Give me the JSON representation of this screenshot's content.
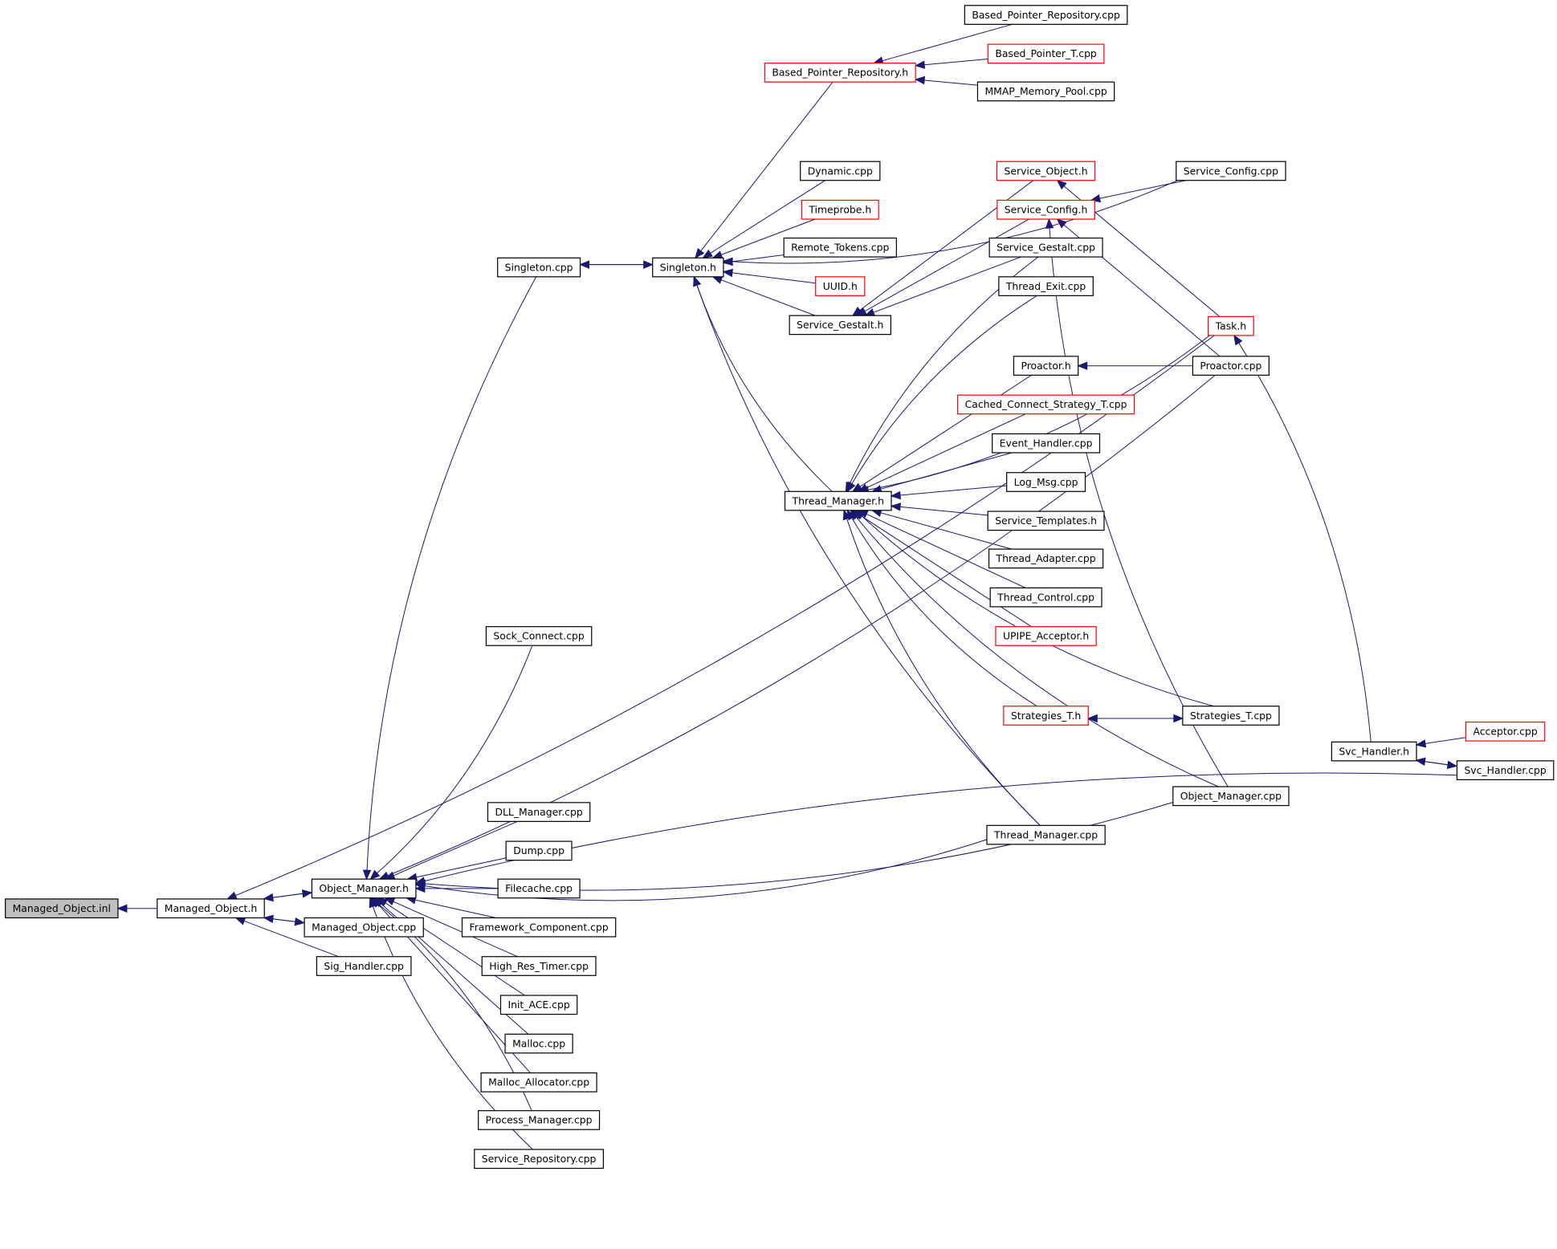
{
  "diagram": {
    "colors": {
      "edge": "#191970",
      "normal_border": "#000000",
      "truncated_border": "#ff0000",
      "root_fill": "#bfbfbf",
      "background": "#ffffff"
    },
    "nodes": [
      {
        "id": "managed_object_inl",
        "label": "Managed_Object.inl",
        "style": "root"
      },
      {
        "id": "managed_object_h",
        "label": "Managed_Object.h",
        "style": "normal"
      },
      {
        "id": "object_manager_h",
        "label": "Object_Manager.h",
        "style": "normal"
      },
      {
        "id": "managed_object_cpp",
        "label": "Managed_Object.cpp",
        "style": "normal"
      },
      {
        "id": "sig_handler_cpp",
        "label": "Sig_Handler.cpp",
        "style": "normal"
      },
      {
        "id": "singleton_cpp",
        "label": "Singleton.cpp",
        "style": "normal"
      },
      {
        "id": "singleton_h",
        "label": "Singleton.h",
        "style": "normal"
      },
      {
        "id": "based_pointer_repository_h",
        "label": "Based_Pointer_Repository.h",
        "style": "red"
      },
      {
        "id": "based_pointer_repository_cpp",
        "label": "Based_Pointer_Repository.cpp",
        "style": "normal"
      },
      {
        "id": "based_pointer_t_cpp",
        "label": "Based_Pointer_T.cpp",
        "style": "red"
      },
      {
        "id": "mmap_memory_pool_cpp",
        "label": "MMAP_Memory_Pool.cpp",
        "style": "normal"
      },
      {
        "id": "dynamic_cpp",
        "label": "Dynamic.cpp",
        "style": "normal"
      },
      {
        "id": "timeprobe_h",
        "label": "Timeprobe.h",
        "style": "red"
      },
      {
        "id": "remote_tokens_cpp",
        "label": "Remote_Tokens.cpp",
        "style": "normal"
      },
      {
        "id": "uuid_h",
        "label": "UUID.h",
        "style": "red"
      },
      {
        "id": "service_gestalt_h",
        "label": "Service_Gestalt.h",
        "style": "normal"
      },
      {
        "id": "service_config_cpp",
        "label": "Service_Config.cpp",
        "style": "normal"
      },
      {
        "id": "service_object_h",
        "label": "Service_Object.h",
        "style": "red"
      },
      {
        "id": "service_config_h",
        "label": "Service_Config.h",
        "style": "red"
      },
      {
        "id": "service_gestalt_cpp",
        "label": "Service_Gestalt.cpp",
        "style": "normal"
      },
      {
        "id": "thread_exit_cpp",
        "label": "Thread_Exit.cpp",
        "style": "normal"
      },
      {
        "id": "task_h",
        "label": "Task.h",
        "style": "red"
      },
      {
        "id": "proactor_h",
        "label": "Proactor.h",
        "style": "normal"
      },
      {
        "id": "proactor_cpp",
        "label": "Proactor.cpp",
        "style": "normal"
      },
      {
        "id": "cached_connect_strategy_t_cpp",
        "label": "Cached_Connect_Strategy_T.cpp",
        "style": "red"
      },
      {
        "id": "event_handler_cpp",
        "label": "Event_Handler.cpp",
        "style": "normal"
      },
      {
        "id": "log_msg_cpp",
        "label": "Log_Msg.cpp",
        "style": "normal"
      },
      {
        "id": "thread_manager_h",
        "label": "Thread_Manager.h",
        "style": "normal"
      },
      {
        "id": "service_templates_h",
        "label": "Service_Templates.h",
        "style": "normal"
      },
      {
        "id": "thread_adapter_cpp",
        "label": "Thread_Adapter.cpp",
        "style": "normal"
      },
      {
        "id": "thread_control_cpp",
        "label": "Thread_Control.cpp",
        "style": "normal"
      },
      {
        "id": "upipe_acceptor_h",
        "label": "UPIPE_Acceptor.h",
        "style": "red"
      },
      {
        "id": "strategies_t_h",
        "label": "Strategies_T.h",
        "style": "red"
      },
      {
        "id": "strategies_t_cpp",
        "label": "Strategies_T.cpp",
        "style": "normal"
      },
      {
        "id": "object_manager_cpp",
        "label": "Object_Manager.cpp",
        "style": "normal"
      },
      {
        "id": "thread_manager_cpp",
        "label": "Thread_Manager.cpp",
        "style": "normal"
      },
      {
        "id": "svc_handler_h",
        "label": "Svc_Handler.h",
        "style": "normal"
      },
      {
        "id": "acceptor_cpp",
        "label": "Acceptor.cpp",
        "style": "red"
      },
      {
        "id": "svc_handler_cpp",
        "label": "Svc_Handler.cpp",
        "style": "normal"
      },
      {
        "id": "sock_connect_cpp",
        "label": "Sock_Connect.cpp",
        "style": "normal"
      },
      {
        "id": "dll_manager_cpp",
        "label": "DLL_Manager.cpp",
        "style": "normal"
      },
      {
        "id": "dump_cpp",
        "label": "Dump.cpp",
        "style": "normal"
      },
      {
        "id": "filecache_cpp",
        "label": "Filecache.cpp",
        "style": "normal"
      },
      {
        "id": "framework_component_cpp",
        "label": "Framework_Component.cpp",
        "style": "normal"
      },
      {
        "id": "high_res_timer_cpp",
        "label": "High_Res_Timer.cpp",
        "style": "normal"
      },
      {
        "id": "init_ace_cpp",
        "label": "Init_ACE.cpp",
        "style": "normal"
      },
      {
        "id": "malloc_cpp",
        "label": "Malloc.cpp",
        "style": "normal"
      },
      {
        "id": "malloc_allocator_cpp",
        "label": "Malloc_Allocator.cpp",
        "style": "normal"
      },
      {
        "id": "process_manager_cpp",
        "label": "Process_Manager.cpp",
        "style": "normal"
      },
      {
        "id": "service_repository_cpp",
        "label": "Service_Repository.cpp",
        "style": "normal"
      }
    ],
    "edges": [
      {
        "from": "managed_object_h",
        "to": "managed_object_inl"
      },
      {
        "from": "object_manager_h",
        "to": "managed_object_h"
      },
      {
        "from": "managed_object_cpp",
        "to": "managed_object_h"
      },
      {
        "from": "sig_handler_cpp",
        "to": "managed_object_h"
      },
      {
        "from": "managed_object_h",
        "to": "object_manager_h"
      },
      {
        "from": "managed_object_h",
        "to": "managed_object_cpp"
      },
      {
        "from": "task_h",
        "to": "managed_object_h"
      },
      {
        "from": "singleton_cpp",
        "to": "object_manager_h"
      },
      {
        "from": "singleton_cpp",
        "to": "singleton_h"
      },
      {
        "from": "singleton_h",
        "to": "singleton_cpp"
      },
      {
        "from": "based_pointer_repository_h",
        "to": "singleton_h"
      },
      {
        "from": "service_config_cpp",
        "to": "singleton_h"
      },
      {
        "from": "dynamic_cpp",
        "to": "singleton_h"
      },
      {
        "from": "timeprobe_h",
        "to": "singleton_h"
      },
      {
        "from": "remote_tokens_cpp",
        "to": "singleton_h"
      },
      {
        "from": "uuid_h",
        "to": "singleton_h"
      },
      {
        "from": "service_gestalt_h",
        "to": "singleton_h"
      },
      {
        "from": "thread_manager_h",
        "to": "singleton_h"
      },
      {
        "from": "thread_manager_cpp",
        "to": "singleton_h"
      },
      {
        "from": "based_pointer_repository_cpp",
        "to": "based_pointer_repository_h"
      },
      {
        "from": "based_pointer_t_cpp",
        "to": "based_pointer_repository_h"
      },
      {
        "from": "mmap_memory_pool_cpp",
        "to": "based_pointer_repository_h"
      },
      {
        "from": "service_object_h",
        "to": "service_gestalt_h"
      },
      {
        "from": "service_config_h",
        "to": "service_gestalt_h"
      },
      {
        "from": "service_gestalt_cpp",
        "to": "service_gestalt_h"
      },
      {
        "from": "service_config_cpp",
        "to": "service_config_h"
      },
      {
        "from": "task_h",
        "to": "service_object_h"
      },
      {
        "from": "proactor_cpp",
        "to": "service_config_h"
      },
      {
        "from": "object_manager_cpp",
        "to": "service_config_h"
      },
      {
        "from": "proactor_cpp",
        "to": "proactor_h"
      },
      {
        "from": "svc_handler_h",
        "to": "task_h"
      },
      {
        "from": "acceptor_cpp",
        "to": "svc_handler_h"
      },
      {
        "from": "svc_handler_cpp",
        "to": "svc_handler_h"
      },
      {
        "from": "svc_handler_h",
        "to": "svc_handler_cpp"
      },
      {
        "from": "strategies_t_cpp",
        "to": "strategies_t_h"
      },
      {
        "from": "strategies_t_h",
        "to": "strategies_t_cpp"
      },
      {
        "from": "service_gestalt_cpp",
        "to": "thread_manager_h"
      },
      {
        "from": "thread_exit_cpp",
        "to": "thread_manager_h"
      },
      {
        "from": "task_h",
        "to": "thread_manager_h"
      },
      {
        "from": "proactor_h",
        "to": "thread_manager_h"
      },
      {
        "from": "cached_connect_strategy_t_cpp",
        "to": "thread_manager_h"
      },
      {
        "from": "event_handler_cpp",
        "to": "thread_manager_h"
      },
      {
        "from": "log_msg_cpp",
        "to": "thread_manager_h"
      },
      {
        "from": "service_templates_h",
        "to": "thread_manager_h"
      },
      {
        "from": "thread_adapter_cpp",
        "to": "thread_manager_h"
      },
      {
        "from": "thread_control_cpp",
        "to": "thread_manager_h"
      },
      {
        "from": "upipe_acceptor_h",
        "to": "thread_manager_h"
      },
      {
        "from": "strategies_t_h",
        "to": "thread_manager_h"
      },
      {
        "from": "strategies_t_cpp",
        "to": "thread_manager_h"
      },
      {
        "from": "object_manager_cpp",
        "to": "thread_manager_h"
      },
      {
        "from": "thread_manager_cpp",
        "to": "thread_manager_h"
      },
      {
        "from": "sock_connect_cpp",
        "to": "object_manager_h"
      },
      {
        "from": "proactor_cpp",
        "to": "object_manager_h"
      },
      {
        "from": "thread_manager_cpp",
        "to": "object_manager_h"
      },
      {
        "from": "object_manager_cpp",
        "to": "object_manager_h"
      },
      {
        "from": "dll_manager_cpp",
        "to": "object_manager_h"
      },
      {
        "from": "dump_cpp",
        "to": "object_manager_h"
      },
      {
        "from": "filecache_cpp",
        "to": "object_manager_h"
      },
      {
        "from": "framework_component_cpp",
        "to": "object_manager_h"
      },
      {
        "from": "high_res_timer_cpp",
        "to": "object_manager_h"
      },
      {
        "from": "init_ace_cpp",
        "to": "object_manager_h"
      },
      {
        "from": "malloc_cpp",
        "to": "object_manager_h"
      },
      {
        "from": "malloc_allocator_cpp",
        "to": "object_manager_h"
      },
      {
        "from": "process_manager_cpp",
        "to": "object_manager_h"
      },
      {
        "from": "service_repository_cpp",
        "to": "object_manager_h"
      },
      {
        "from": "svc_handler_cpp",
        "to": "object_manager_h"
      }
    ]
  }
}
